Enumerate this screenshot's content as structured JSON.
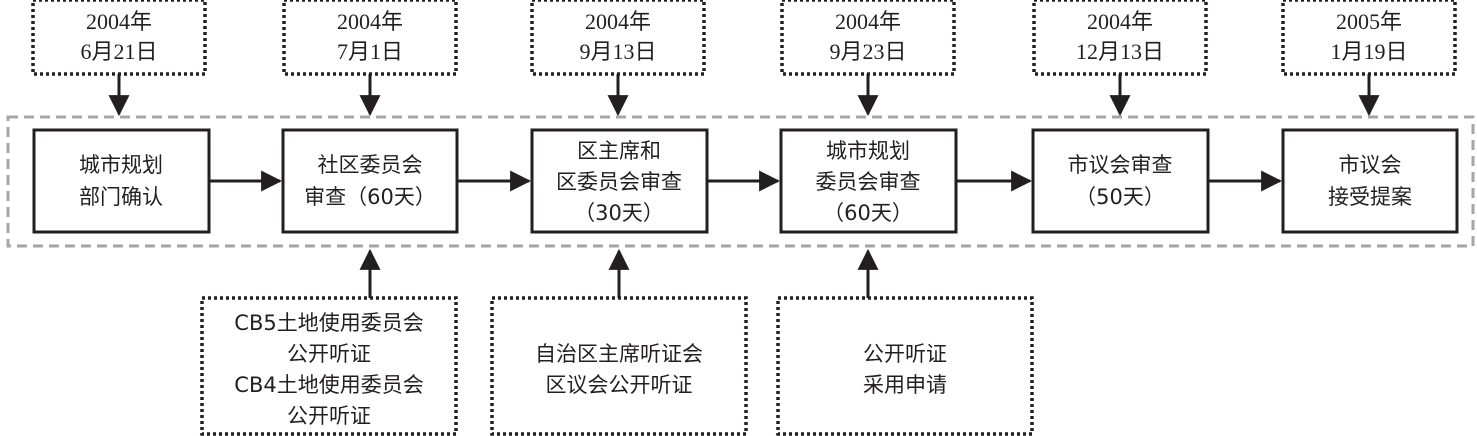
{
  "dates": [
    {
      "year": "2004年",
      "day": "6月21日"
    },
    {
      "year": "2004年",
      "day": "7月1日"
    },
    {
      "year": "2004年",
      "day": "9月13日"
    },
    {
      "year": "2004年",
      "day": "9月23日"
    },
    {
      "year": "2004年",
      "day": "12月13日"
    },
    {
      "year": "2005年",
      "day": "1月19日"
    }
  ],
  "steps": [
    {
      "lines": [
        "城市规划",
        "部门确认"
      ]
    },
    {
      "lines": [
        "社区委员会",
        "审查（60天）"
      ]
    },
    {
      "lines": [
        "区主席和",
        "区委员会审查",
        "（30天）"
      ]
    },
    {
      "lines": [
        "城市规划",
        "委员会审查",
        "（60天）"
      ]
    },
    {
      "lines": [
        "市议会审查",
        "（50天）"
      ]
    },
    {
      "lines": [
        "市议会",
        "接受提案"
      ]
    }
  ],
  "hearings": [
    {
      "lines": [
        "CB5土地使用委员会",
        "公开听证",
        "CB4土地使用委员会",
        "公开听证"
      ]
    },
    {
      "lines": [
        "自治区主席听证会",
        "区议会公开听证"
      ]
    },
    {
      "lines": [
        "公开听证",
        "采用申请"
      ]
    }
  ],
  "colors": {
    "stroke": "#231f20",
    "outer_dash": "#a6a6a6",
    "text": "#231f20"
  }
}
